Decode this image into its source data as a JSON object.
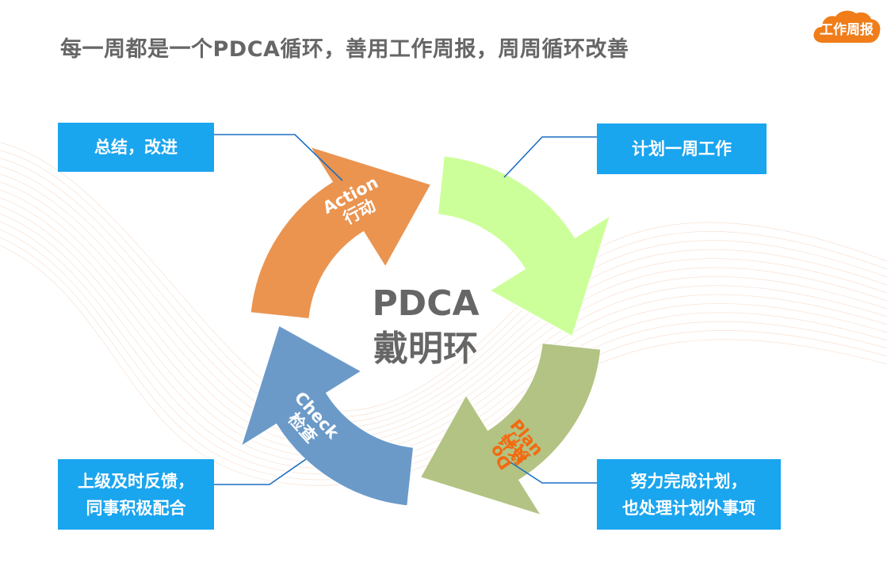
{
  "title": "每一周都是一个PDCA循环，善用工作周报，周周循环改善",
  "logo": {
    "text": "工作周报",
    "color": "#f07d1a"
  },
  "center": {
    "line1": "PDCA",
    "line2": "戴明环"
  },
  "stages": [
    {
      "key": "plan",
      "en": "Plan",
      "zh": "计划",
      "color": "#ccff99",
      "text_color": "#f26a10"
    },
    {
      "key": "do",
      "en": "Do",
      "zh": "执行",
      "color": "#b3c383",
      "text_color": "#f26a10"
    },
    {
      "key": "check",
      "en": "Check",
      "zh": "检查",
      "color": "#6b9ac9",
      "text_color": "#ffffff"
    },
    {
      "key": "action",
      "en": "Action",
      "zh": "行动",
      "color": "#ea9450",
      "text_color": "#ffffff"
    }
  ],
  "callouts": {
    "action": [
      "总结，改进"
    ],
    "plan": [
      "计划一周工作"
    ],
    "check": [
      "上级及时反馈，",
      "同事积极配合"
    ],
    "do": [
      "努力完成计划，",
      "也处理计划外事项"
    ]
  },
  "colors": {
    "callout": "#1aa5ef",
    "connector": "#1b6fc2",
    "title": "#666666",
    "center_text": "#666666"
  }
}
